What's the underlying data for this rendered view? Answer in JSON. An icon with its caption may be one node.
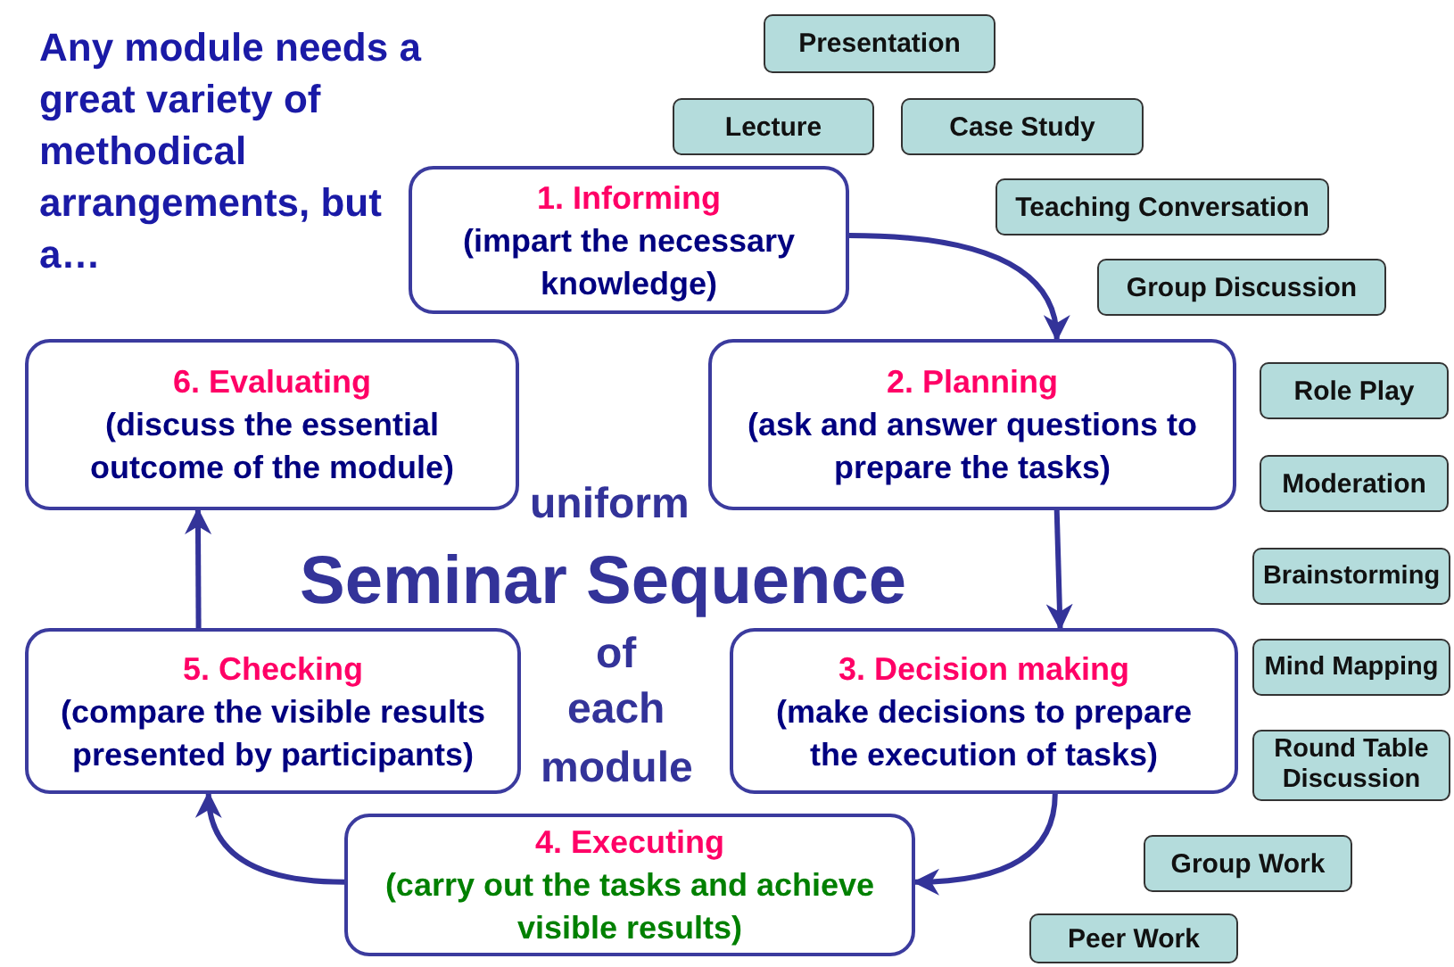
{
  "diagram": {
    "title": "Any module needs a great variety of methodical arrangements, but a…",
    "nodes": [
      {
        "text": [
          "1. Informing",
          "(impart the necessary knowledge)"
        ]
      },
      {
        "text": [
          "2. Planning",
          "(ask and answer questions to prepare the tasks)"
        ]
      },
      {
        "text": [
          "3. Decision making",
          "(make decisions to prepare the execution of tasks)"
        ]
      },
      {
        "text": [
          "4. Executing",
          "(carry out the tasks and achieve visible results)"
        ]
      },
      {
        "text": [
          "5. Checking",
          "(compare the visible results presented by participants)"
        ]
      },
      {
        "text": [
          "6. Evaluating",
          "(discuss the essential outcome of the module)"
        ]
      },
      {
        "text": [
          "Presentation"
        ]
      },
      {
        "text": [
          "Lecture"
        ]
      },
      {
        "text": [
          "Case Study"
        ]
      },
      {
        "text": [
          "Teaching Conversation"
        ]
      },
      {
        "text": [
          "Group Discussion"
        ]
      },
      {
        "text": [
          "Role Play"
        ]
      },
      {
        "text": [
          "Moderation"
        ]
      },
      {
        "text": [
          "Brainstorming"
        ]
      },
      {
        "text": [
          "Mind Mapping"
        ]
      },
      {
        "text": [
          "Round Table Discussion"
        ]
      },
      {
        "text": [
          "Group Work"
        ]
      },
      {
        "text": [
          "Peer Work"
        ]
      }
    ],
    "edges": [
      {
        "from": 0,
        "to": 1,
        "arrow": "to"
      },
      {
        "from": 1,
        "to": 2,
        "arrow": "to"
      },
      {
        "from": 2,
        "to": 3,
        "arrow": "to"
      },
      {
        "from": 3,
        "to": 4,
        "arrow": "to"
      },
      {
        "from": 4,
        "to": 5,
        "arrow": "to"
      }
    ],
    "labels": [
      "uniform",
      "Seminar Sequence",
      "of",
      "each",
      "module"
    ]
  }
}
